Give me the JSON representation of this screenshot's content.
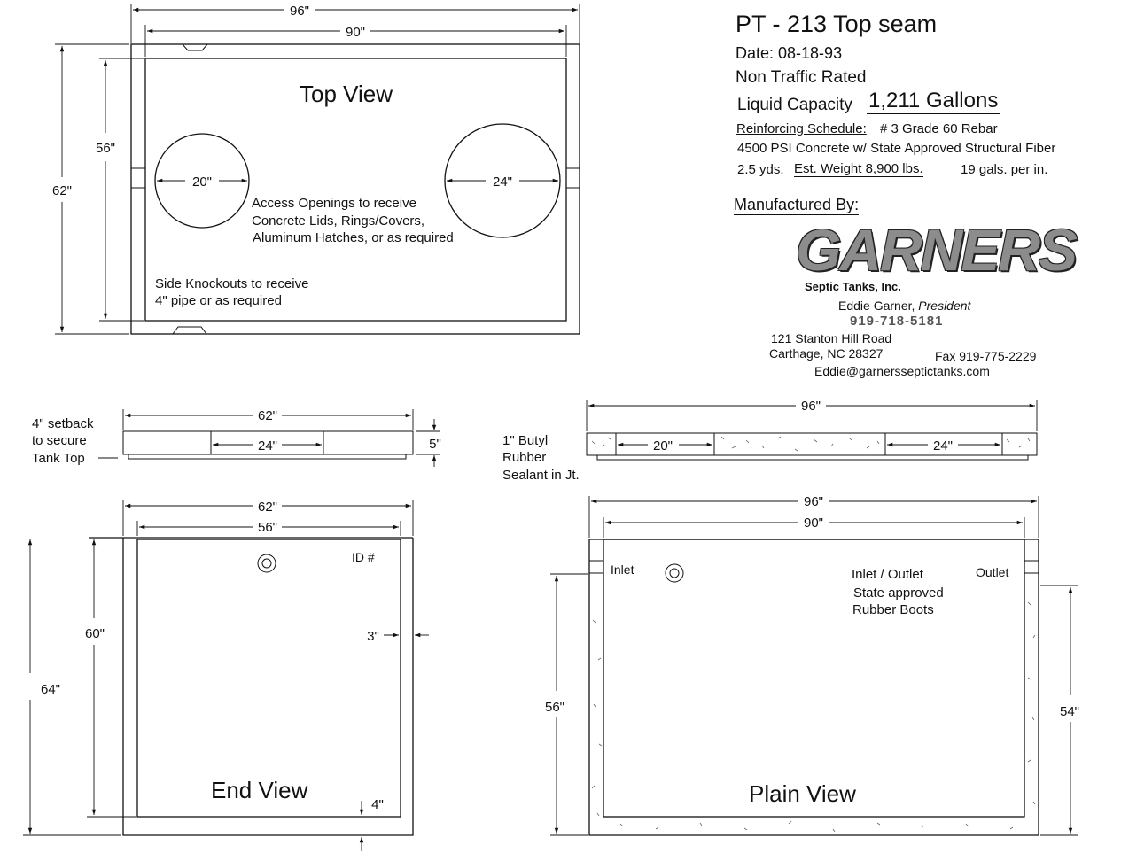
{
  "title_block": {
    "title": "PT - 213 Top seam",
    "date": "Date: 08-18-93",
    "rating": "Non Traffic Rated",
    "capacity_label": "Liquid Capacity",
    "capacity_value": "1,211 Gallons",
    "reinforcing_label": "Reinforcing Schedule:",
    "reinforcing_value": "# 3 Grade 60 Rebar",
    "concrete": "4500 PSI Concrete w/ State Approved Structural Fiber",
    "yards": "2.5 yds.",
    "weight": "Est. Weight 8,900 lbs.",
    "per_inch": "19 gals. per in."
  },
  "manufacturer": {
    "label": "Manufactured By:",
    "logo_word": "GARNERS",
    "company": "Septic Tanks, Inc.",
    "contact_name": "Eddie Garner,",
    "contact_title": "President",
    "phone": "919-718-5181",
    "address1": "121 Stanton Hill Road",
    "address2": "Carthage, NC 28327",
    "fax": "Fax 919-775-2229",
    "email": "Eddie@garnersseptictanks.com"
  },
  "top_view": {
    "label": "Top View",
    "dim_outer_width": "96\"",
    "dim_inner_width": "90\"",
    "dim_outer_height": "62\"",
    "dim_inner_height": "56\"",
    "opening_small": "20\"",
    "opening_large": "24\"",
    "note_access_1": "Access Openings to receive",
    "note_access_2": "Concrete Lids, Rings/Covers,",
    "note_access_3": "Aluminum Hatches, or as required",
    "note_knockout_1": "Side Knockouts to receive",
    "note_knockout_2": "4\" pipe or as required"
  },
  "lid_end": {
    "note_1": "4\" setback",
    "note_2": "to secure",
    "note_3": "Tank Top",
    "dim_width": "62\"",
    "dim_opening": "24\"",
    "dim_thickness": "5\""
  },
  "lid_side": {
    "note_1": "1\" Butyl",
    "note_2": "Rubber",
    "note_3": "Sealant in Jt.",
    "dim_width": "96\"",
    "dim_opening_1": "20\"",
    "dim_opening_2": "24\""
  },
  "end_view": {
    "label": "End View",
    "dim_outer_width": "62\"",
    "dim_inner_width": "56\"",
    "dim_outer_height": "64\"",
    "dim_inner_height": "60\"",
    "dim_wall": "3\"",
    "dim_floor": "4\"",
    "id_label": "ID #"
  },
  "plain_view": {
    "label": "Plain View",
    "dim_outer_width": "96\"",
    "dim_inner_width": "90\"",
    "dim_inlet_height": "56\"",
    "dim_outlet_height": "54\"",
    "inlet": "Inlet",
    "outlet": "Outlet",
    "note_1": "Inlet / Outlet",
    "note_2": "State approved",
    "note_3": "Rubber Boots"
  }
}
